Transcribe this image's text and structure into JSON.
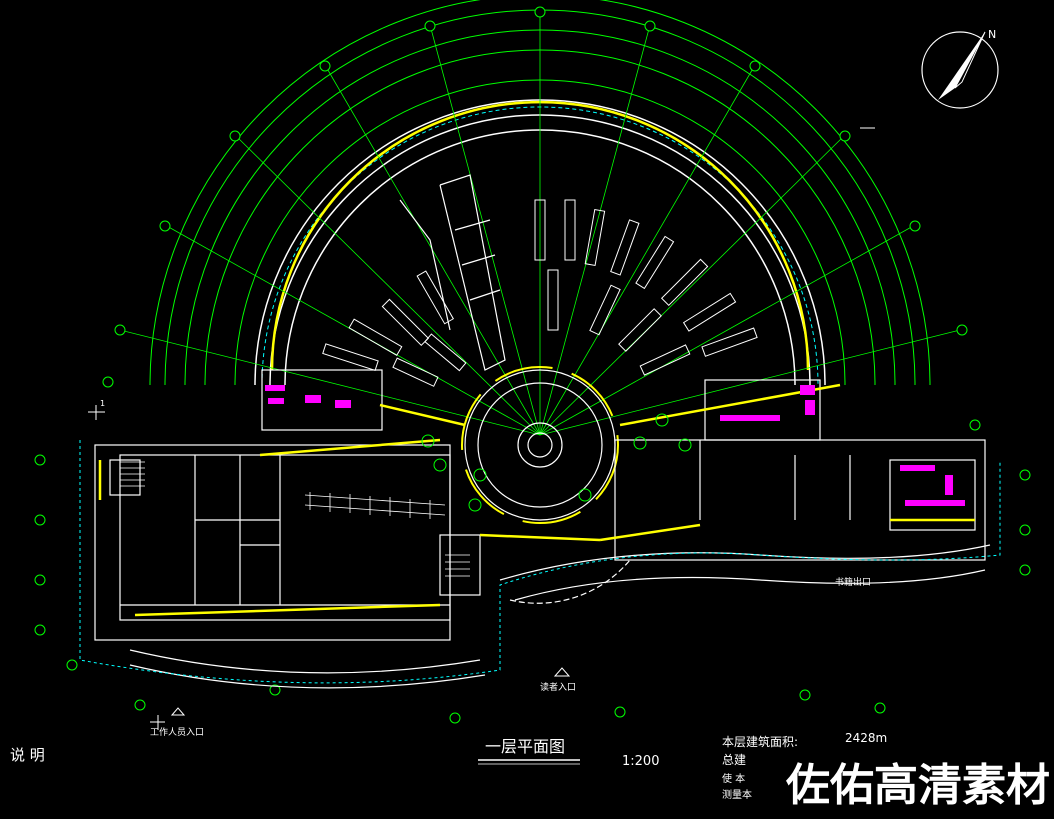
{
  "drawing": {
    "title": "一层平面图",
    "scale": "1:200",
    "notes_label": "说 明",
    "north_label": "N",
    "watermark": "佐佑高清素材"
  },
  "areas": {
    "floor_area_label": "本层建筑面积:",
    "floor_area_value": "2428m",
    "total_area_label": "总建",
    "label_3": "使 本",
    "label_4": "测量本"
  },
  "labels": {
    "staff_entrance": "工作人员入口",
    "reader_entrance": "读者入口",
    "book_exit": "书籍出口",
    "section_mark": "1"
  },
  "colors": {
    "background": "#000000",
    "wall": "#ffffff",
    "grid": "#00ff00",
    "highlight": "#ffff00",
    "fixture": "#ff00ff",
    "dashed": "#00ffff"
  }
}
